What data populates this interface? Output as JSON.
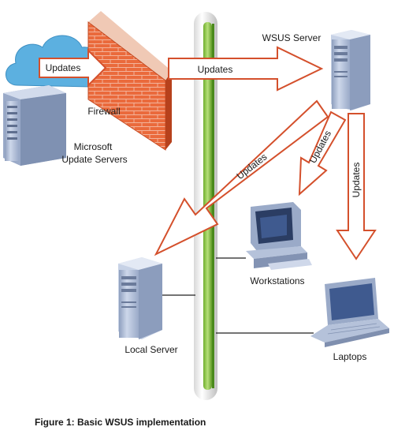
{
  "labels": {
    "wsus_server": "WSUS Server",
    "firewall": "Firewall",
    "microsoft_line1": "Microsoft",
    "microsoft_line2": "Update Servers",
    "workstations": "Workstations",
    "local_server": "Local Server",
    "laptops": "Laptops"
  },
  "arrows": {
    "cloud_to_firewall": "Updates",
    "firewall_to_wsus": "Updates",
    "wsus_to_local": "Updates",
    "wsus_to_workstations": "Updates",
    "wsus_to_laptops": "Updates"
  },
  "caption": "Figure 1: Basic WSUS implementation",
  "colors": {
    "arrow_stroke": "#d4502c",
    "arrow_fill": "#ffffff",
    "cloud": "#5cb0e0",
    "brick": "#e8643a",
    "backbone_green": "#8cc63f",
    "server_body": "#b9c6dd"
  }
}
